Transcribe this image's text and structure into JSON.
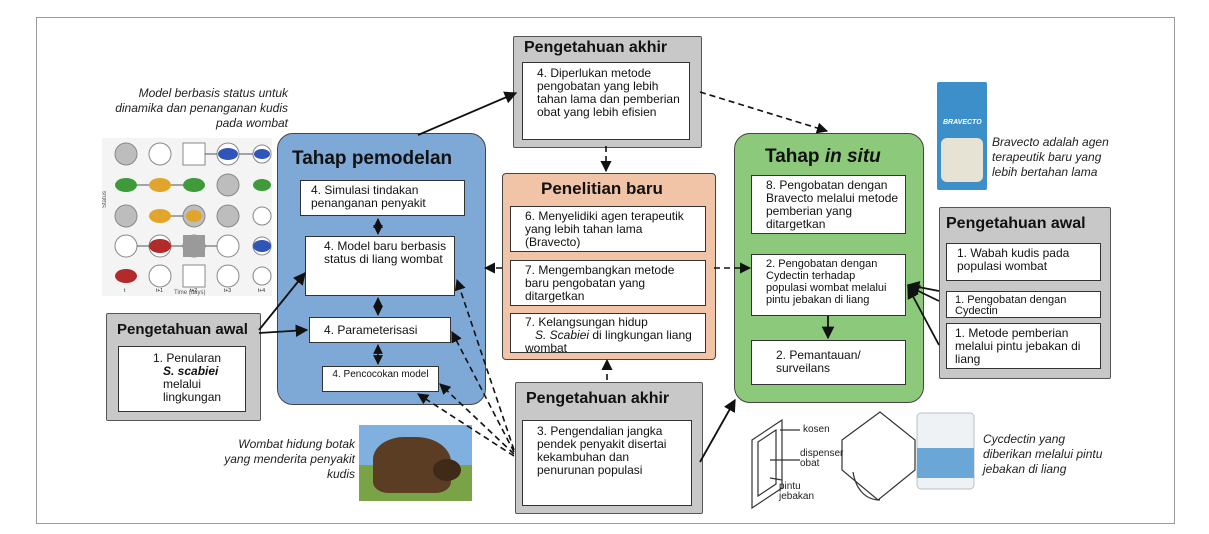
{
  "captions": {
    "state_model": "Model berbasis status untuk dinamika dan penanganan kudis pada wombat",
    "wombat": "Wombat hidung botak yang menderita penyakit kudis",
    "bravecto": "Bravecto adalah agen terapeutik baru yang lebih bertahan lama",
    "cydectin": "Cycdectin yang diberikan melalui pintu jebakan di liang"
  },
  "state_chart": {
    "y_label": "Status",
    "x_label": "Time (days)",
    "ticks": [
      "t",
      "t+1",
      "t+2",
      "t+3",
      "t+4"
    ]
  },
  "modelling": {
    "title": "Tahap pemodelan",
    "boxes": [
      "4. Simulasi tindakan penanganan penyakit",
      "4. Model baru berbasis status di liang wombat",
      "4. Parameterisasi",
      "4. Pencocokan model"
    ]
  },
  "prior_left": {
    "title": "Pengetahuan awal",
    "items": [
      "1. Penularan",
      "S. scabiei",
      "melalui lingkungan"
    ]
  },
  "final_top": {
    "title": "Pengetahuan akhir",
    "text": "4. Diperlukan metode pengobatan yang lebih tahan lama dan pemberian obat yang lebih efisien"
  },
  "new_research": {
    "title": "Penelitian baru",
    "items": [
      "6. Menyelidiki agen terapeutik yang lebih tahan lama (Bravecto)",
      "7. Mengembangkan metode baru pengobatan yang ditargetkan",
      "7. Kelangsungan hidup",
      "S. Scabiei",
      "di lingkungan liang wombat"
    ]
  },
  "final_bottom": {
    "title": "Pengetahuan akhir",
    "text": "3. Pengendalian jangka pendek penyakit disertai kekambuhan dan penurunan populasi"
  },
  "insitu": {
    "title_main": "Tahap",
    "title_em": "in situ",
    "boxes": [
      "8. Pengobatan dengan Bravecto melalui metode pemberian yang ditargetkan",
      "2. Pengobatan dengan Cydectin terhadap populasi wombat melalui pintu jebakan di liang",
      "2. Pemantauan/ surveilans"
    ]
  },
  "prior_right": {
    "title": "Pengetahuan awal",
    "items": [
      "1. Wabah kudis pada populasi wombat",
      "1. Pengobatan dengan Cydectin",
      "1. Metode pemberian melalui pintu jebakan di liang"
    ]
  },
  "trapdoor_labels": {
    "frame": "kosen",
    "dispenser": "dispenser obat",
    "door": "pintu jebakan"
  },
  "product_labels": {
    "bravecto_brand": "BRAVECTO"
  },
  "colors": {
    "modelling": "#7ea9d6",
    "insitu": "#8cc97a",
    "research": "#f2c4a7",
    "knowledge": "#c8c8c8"
  }
}
